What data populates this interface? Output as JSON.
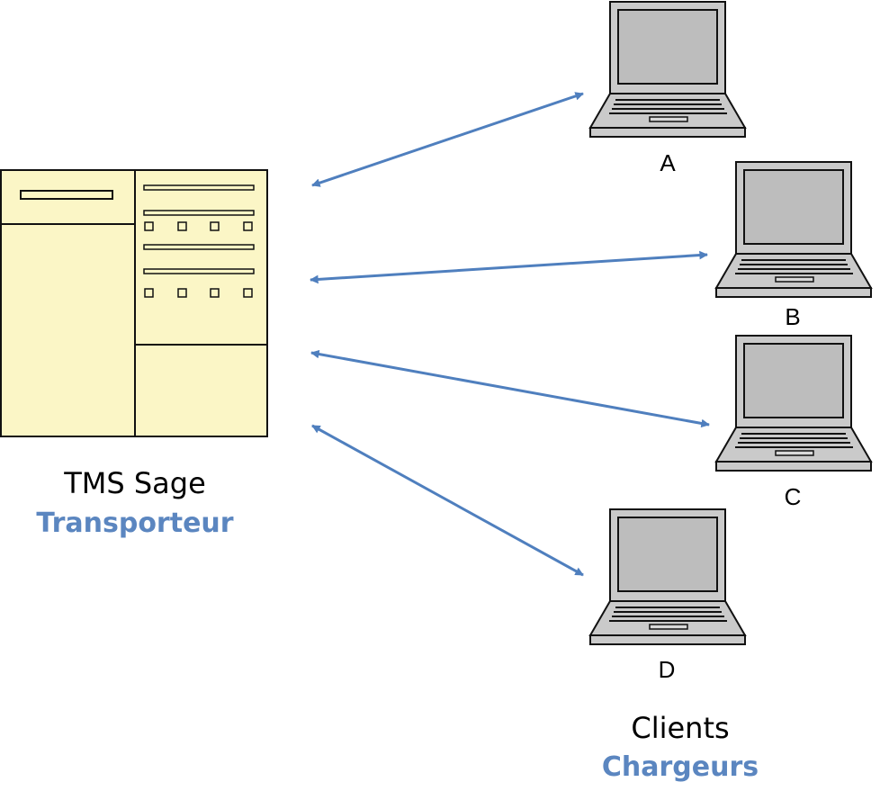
{
  "server": {
    "title": "TMS Sage",
    "subtitle": "Transporteur"
  },
  "clients": {
    "title": "Clients",
    "subtitle": "Chargeurs",
    "items": [
      {
        "label": "A"
      },
      {
        "label": "B"
      },
      {
        "label": "C"
      },
      {
        "label": "D"
      }
    ]
  },
  "colors": {
    "arrow": "#4f7fbe",
    "server_fill": "#fbf6c6",
    "laptop_body": "#c9c9c9",
    "laptop_screen": "#bdbdbd",
    "subtitle": "#5b86c0"
  }
}
